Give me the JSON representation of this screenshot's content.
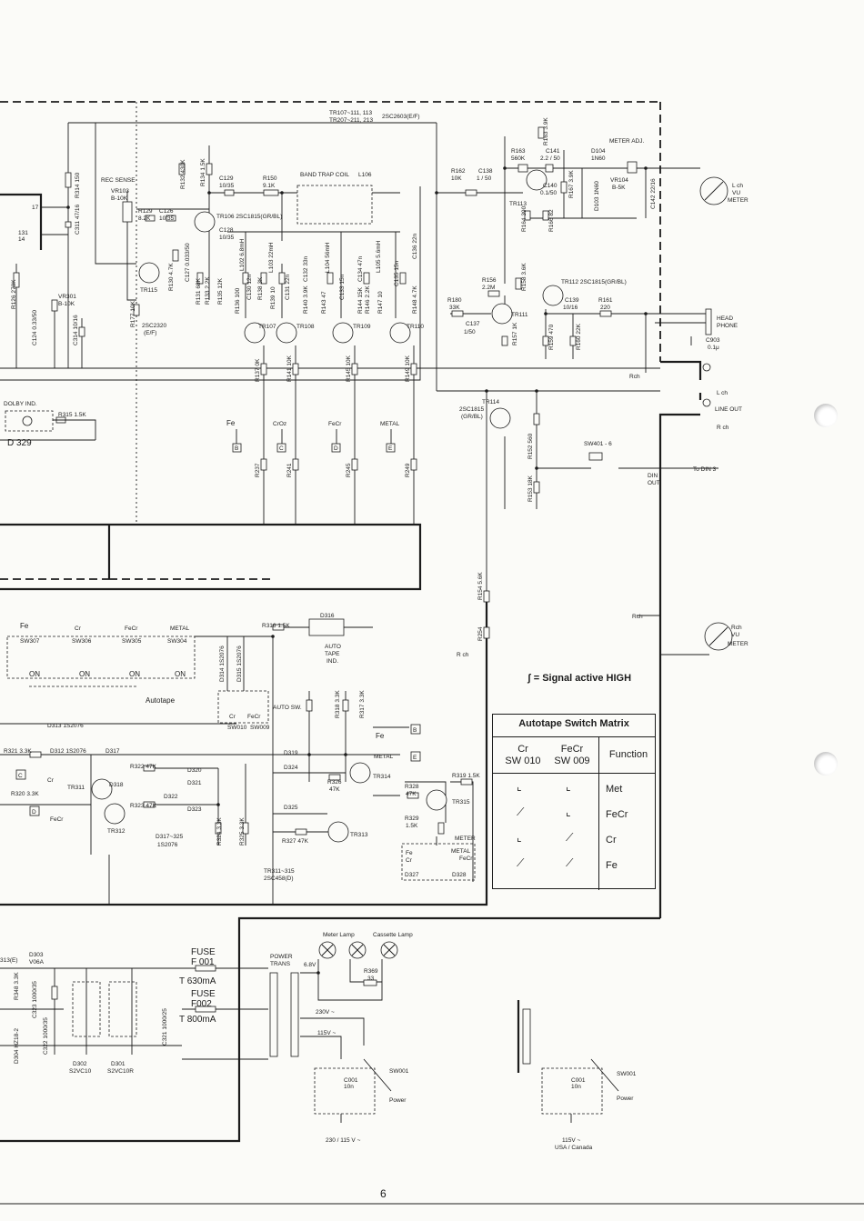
{
  "header": {
    "transistors_a": "TR107~111, 113",
    "transistors_b": "TR207~211, 213",
    "transistor_type": "2SC2603(E/F)"
  },
  "rec_section": {
    "rec_sense": "REC SENSE",
    "vr103": "VR103",
    "vr103_val": "B-10K",
    "band_trap": "BAND TRAP COIL",
    "l106": "L106",
    "tr106": "TR106 2SC1815(GR/BL)",
    "tr115": "TR115",
    "tr115_type": "2SC2320",
    "tr115_grade": "(E/F)",
    "r129": "R129",
    "r129_val": "8.2K",
    "c126": "C126",
    "c126_val": "10/35",
    "c129": "C129",
    "c129_val": "10/35",
    "r150": "R150",
    "r150_val": "9.1K",
    "c128": "C128",
    "c128_val": "10/35",
    "r132": "R132 430K",
    "r134": "R134 1.5K",
    "r314": "R314 150",
    "c311": "C311 47/16",
    "vr301": "VR301",
    "vr301_val": "B-10K",
    "c124": "C124 0.33/50",
    "c314": "C314 10/16",
    "r126": "R126 270K",
    "ic_pin_17": "17",
    "ic_pin_14": "14",
    "ic_pin_131": "131",
    "r130": "R130 4.7K",
    "c127": "C127 0.033/50",
    "r131": "R131 68K",
    "r133": "R133 2.2K",
    "r177": "R177 10K",
    "r135": "R135 12K",
    "r136": "R136 100",
    "r137": "R137 0K",
    "r141": "R141 10K",
    "r145": "R145 10K",
    "r149": "R149 10K",
    "tr107": "TR107",
    "tr108": "TR108",
    "tr109": "TR109",
    "tr110": "TR110",
    "l102": "L102 6.8mH",
    "l103": "L103 22mH",
    "l104": "L104 56mH",
    "l105": "L105 5.6mH",
    "c130": "C130 12n",
    "c131": "C131 22n",
    "c132": "C132 33n",
    "c133": "C133 15n",
    "c134": "C134 47n",
    "c135": "C135 15n",
    "c136": "C136 22n",
    "r138": "R138 3K",
    "r139": "R139 10",
    "r140": "R140 3.9K",
    "r143": "R143 47",
    "r144": "R144 15K",
    "r146": "R146 2.2K",
    "r147": "R147 10",
    "r148": "R148 4.7K"
  },
  "tape_select": {
    "fe": "Fe",
    "crdz": "CrOz",
    "fecr": "FeCr",
    "metal": "METAL",
    "r237": "R237",
    "r241": "R241",
    "r245": "R245",
    "r249": "R249",
    "box_fe": "B",
    "box_cr": "C",
    "box_fecr": "D",
    "box_metal": "E"
  },
  "dolby": {
    "label": "DOLBY IND.",
    "r315": "R315 1.5K",
    "d329": "D 329"
  },
  "meter_section": {
    "meter_adj": "METER ADJ.",
    "r163": "R163 3.9K",
    "r163b": "R163",
    "r163b_val": "560K",
    "c141": "C141",
    "c141_val": "2.2 / 50",
    "d104": "D104",
    "d104_val": "1N60",
    "vr104": "VR104",
    "vr104_val": "B-5K",
    "c142": "C142 22/16",
    "r162": "R162",
    "r162_val": "10K",
    "c138": "C138",
    "c138_val": "1 / 50",
    "c140": "C140",
    "c140_val": "0.1/50",
    "tr113": "TR113",
    "r167": "R167 3.9K",
    "d103": "D103 1N60",
    "r164": "R164 390",
    "r166": "R166 82",
    "lch_vu": "L ch",
    "vu": "VU",
    "meter": "METER",
    "r156": "R156",
    "r156_val": "2.2M",
    "r158": "R158 3.6K",
    "tr112": "TR112 2SC1815(GR/BL)",
    "r180": "R180",
    "r180_val": "33K",
    "tr111": "TR111",
    "c137": "C137",
    "c137_val": "1/50",
    "r157": "R157 1K",
    "c139": "C139",
    "c139_val": "10/16",
    "r161": "R161",
    "r161_val": "220",
    "r159": "R159 470",
    "r160": "R160 22K",
    "head": "HEAD",
    "phone": "PHONE",
    "c903": "C903",
    "c903_val": "0.1μ",
    "rch_a": "Rch",
    "lch_out": "L ch",
    "line_out": "LINE OUT",
    "rch_out": "R ch"
  },
  "din_section": {
    "tr114": "TR114",
    "tr114_type": "2SC1815",
    "tr114_grade": "(GR/BL)",
    "r152": "R152 560",
    "r153": "R153 18K",
    "sw401": "SW401 - 6",
    "din_out_a": "DIN",
    "din_out_b": "OUT",
    "to_din": "To DIN 3",
    "r154": "R154 5.6K",
    "r254": "R254",
    "rch_b": "R ch",
    "rch_c": "Rch",
    "rch_vu": "Rch",
    "vu_b": "VU",
    "meter_b": "METER"
  },
  "signal_note": "ʃ = Signal active HIGH",
  "autotape": {
    "fe": "Fe",
    "cr": "Cr",
    "fecr": "FeCr",
    "metal": "METAL",
    "sw307": "SW307",
    "sw306": "SW306",
    "sw305": "SW305",
    "sw304": "SW304",
    "on": "ON",
    "autotape_label": "Autotape",
    "r316": "R316 1.5K",
    "d316": "D316",
    "auto_tape_ind_a": "AUTO",
    "auto_tape_ind_b": "TAPE",
    "auto_tape_ind_c": "IND.",
    "d314": "D314 1S2076",
    "d315": "D315 1S2076",
    "auto_sw": "AUTO SW.",
    "sw010": "SW010",
    "sw009": "SW009",
    "sw_cr": "Cr",
    "sw_fecr": "FeCr",
    "r318": "R318 3.3K",
    "r317": "R317 3.3K",
    "d313": "D313 1S2076",
    "d312": "D312 1S2076",
    "r321": "R321 3.3K",
    "d317": "D317",
    "r322": "R322 47K",
    "d318": "D318",
    "tr311": "TR311",
    "box_c": "C",
    "box_d": "D",
    "cr_lbl": "Cr",
    "fecr_lbl": "FeCr",
    "r320": "R320 3.3K",
    "tr312": "TR312",
    "r323": "R323 47K",
    "d320": "D320",
    "d321": "D321",
    "d322": "D322",
    "d323": "D323",
    "d317_325": "D317~325",
    "d_type": "1S2076",
    "r324": "R324 3.3K",
    "r325": "R325 3.3K",
    "d319": "D319",
    "d324": "D324",
    "d325": "D325",
    "r326": "R326",
    "r326_val": "47K",
    "r327": "R327 47K",
    "tr313": "TR313",
    "tr314": "TR314",
    "metal_out": "METAL",
    "fe_out": "Fe",
    "box_b": "B",
    "box_e": "E",
    "r328": "R328",
    "r328_val": "47K",
    "r319": "R319 1.5K",
    "tr315": "TR315",
    "r329": "R329",
    "r329_val": "1.5K",
    "meter_lbl": "METER",
    "ind_fe": "Fe",
    "ind_cr": "Cr",
    "ind_metal": "METAL",
    "ind_fecr": "FeCr",
    "d327": "D327",
    "d328": "D328",
    "tr311_315": "TR311~315",
    "tr_type": "2SC458(D)"
  },
  "matrix": {
    "title": "Autotape Switch Matrix",
    "col_cr": "Cr",
    "col_cr_sw": "SW 010",
    "col_fecr": "FeCr",
    "col_fecr_sw": "SW 009",
    "col_function": "Function",
    "rows": [
      {
        "function": "Met"
      },
      {
        "function": "FeCr"
      },
      {
        "function": "Cr"
      },
      {
        "function": "Fe"
      }
    ]
  },
  "power": {
    "r13": "313(E)",
    "r348": "R348 3.3K",
    "c323": "C323 1000/35",
    "c322": "C322 1000/35",
    "d304": "D304 HZ18-2",
    "d303": "D303",
    "d303_val": "V06A",
    "d302": "D302",
    "d302_val": "S2VC10",
    "d301": "D301",
    "d301_val": "S2VC10R",
    "c321": "C321 1000/25",
    "fuse1": "FUSE",
    "f001": "F 001",
    "f001_val": "T 630mA",
    "fuse2": "FUSE",
    "f002": "F002",
    "f002_val": "T 800mA",
    "power_a": "POWER",
    "power_b": "TRANS",
    "v68": "6.8V",
    "meter_lamp": "Meter Lamp",
    "cassette_lamp": "Cassette Lamp",
    "r369": "R369",
    "r369_val": "33",
    "v230": "230V ~",
    "v115": "115V ~",
    "c001": "C001",
    "c001_val": "10n",
    "sw001": "SW001",
    "power_sw": "Power",
    "mains": "230 / 115 V ~",
    "c001b": "C001",
    "c001b_val": "10n",
    "sw001b": "SW001",
    "power_swb": "Power",
    "mains_b": "115V ~",
    "region_b": "USA / Canada"
  },
  "page_number": "6"
}
